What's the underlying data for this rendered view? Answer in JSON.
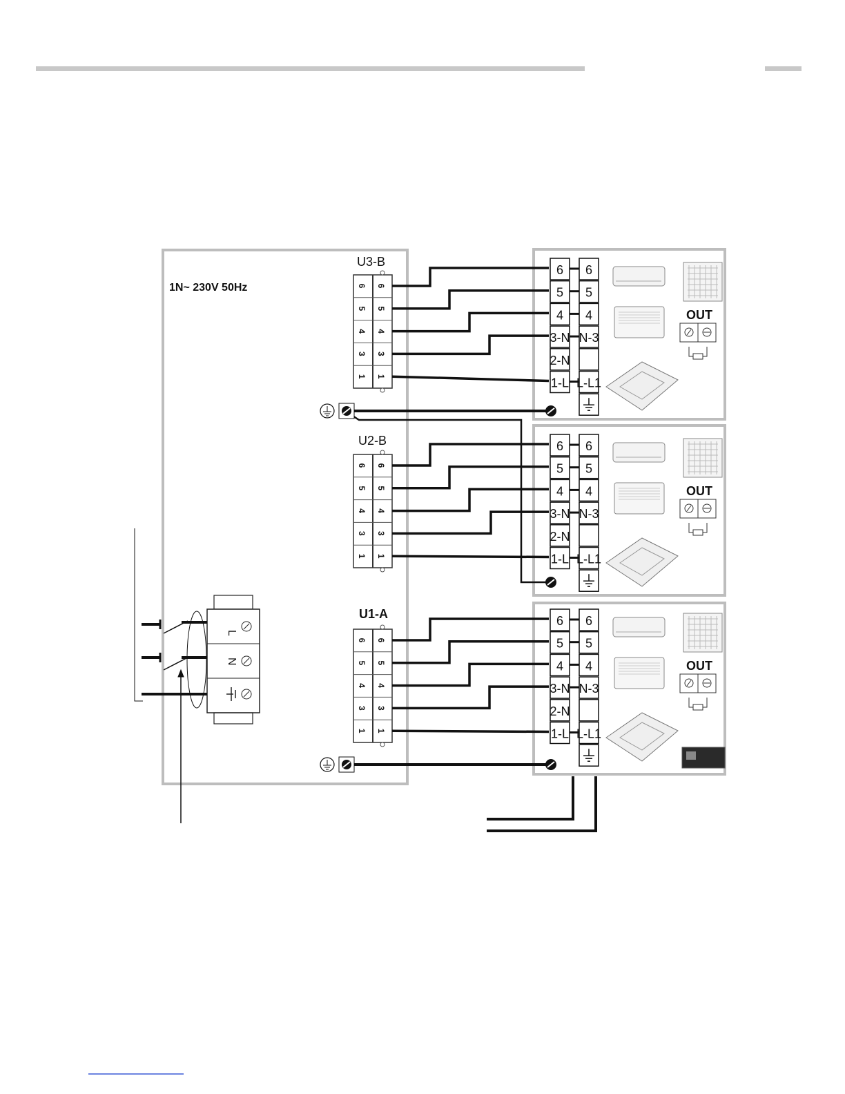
{
  "supply_label": "1N~ 230V 50Hz",
  "outdoor_terminals": {
    "U3": {
      "label": "U3-B",
      "pins": [
        "6",
        "5",
        "4",
        "3",
        "1"
      ]
    },
    "U2": {
      "label": "U2-B",
      "pins": [
        "6",
        "5",
        "4",
        "3",
        "1"
      ]
    },
    "U1": {
      "label": "U1-A",
      "pins": [
        "6",
        "5",
        "4",
        "3",
        "1"
      ]
    }
  },
  "indoor_terminal_left": [
    "6",
    "5",
    "4",
    "3-N",
    "2-N",
    "1-L"
  ],
  "indoor_terminal_right": [
    "6",
    "5",
    "4",
    "N-3",
    "",
    "L-L1"
  ],
  "out_label": "OUT",
  "power_block": {
    "labels": [
      "L",
      "N"
    ]
  }
}
